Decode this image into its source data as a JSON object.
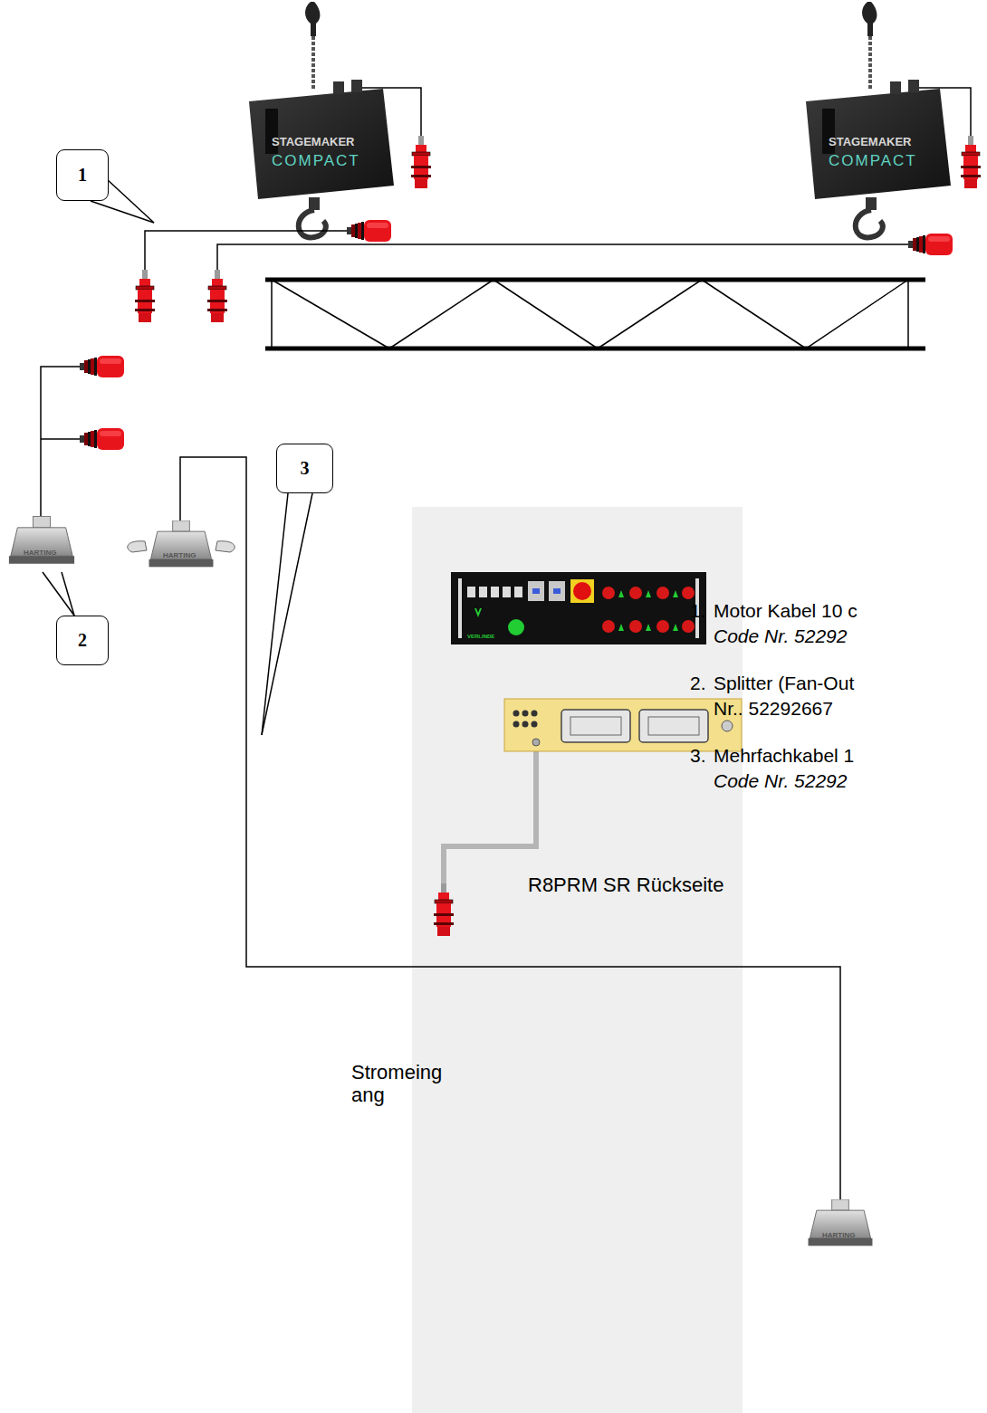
{
  "diagram": {
    "nodes": [
      {
        "text": [
          "1"
        ]
      },
      {
        "text": [
          "2"
        ]
      },
      {
        "text": [
          "3"
        ]
      }
    ],
    "labels": [
      "STAGEMAKER",
      "COMPACT",
      "STAGEMAKER",
      "COMPACT",
      "HARTING",
      "HARTING",
      "HARTING",
      "VERLINDE",
      "1.",
      "Motor Kabel 10 c",
      "Code Nr. 52292",
      "2.",
      "Splitter (Fan-Out",
      "Nr.. 52292667",
      "3.",
      "Mehrfachkabel 1",
      "Code Nr. 52292",
      "R8PRM SR Rückseite",
      "Stromeing ang"
    ]
  }
}
